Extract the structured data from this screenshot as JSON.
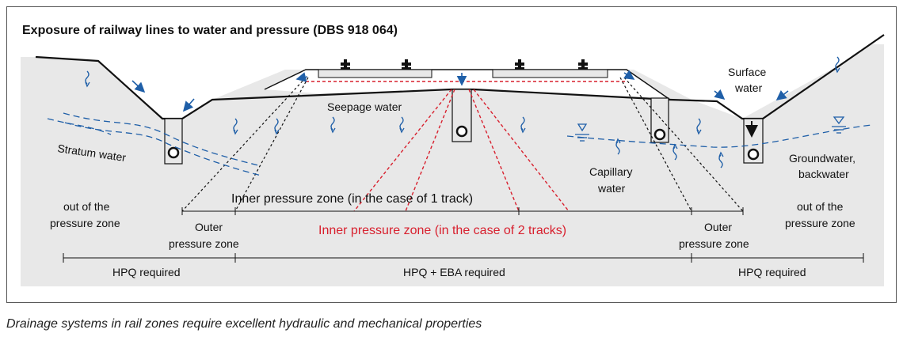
{
  "title": "Exposure of railway lines to water and pressure (DBS 918 064)",
  "caption": "Drainage systems in rail zones require excellent hydraulic and mechanical properties",
  "labels": {
    "stratum_water": "Stratum water",
    "seepage_water": "Seepage water",
    "surface_water_1": "Surface",
    "surface_water_2": "water",
    "capillary_1": "Capillary",
    "capillary_2": "water",
    "groundwater_1": "Groundwater,",
    "groundwater_2": "backwater",
    "out_left_1": "out of the",
    "out_left_2": "pressure zone",
    "out_right_1": "out of the",
    "out_right_2": "pressure zone",
    "inner_one": "Inner pressure zone (in the case of 1 track)",
    "inner_two": "Inner pressure zone (in the case of 2 tracks)",
    "outer_left_1": "Outer",
    "outer_left_2": "pressure zone",
    "outer_right_1": "Outer",
    "outer_right_2": "pressure zone",
    "hpq_left": "HPQ required",
    "hpq_eba": "HPQ + EBA required",
    "hpq_right": "HPQ required"
  },
  "colors": {
    "ground": "#e8e8e8",
    "water": "#1f5fa8",
    "red_zone": "#d8202e",
    "line": "#111111"
  }
}
